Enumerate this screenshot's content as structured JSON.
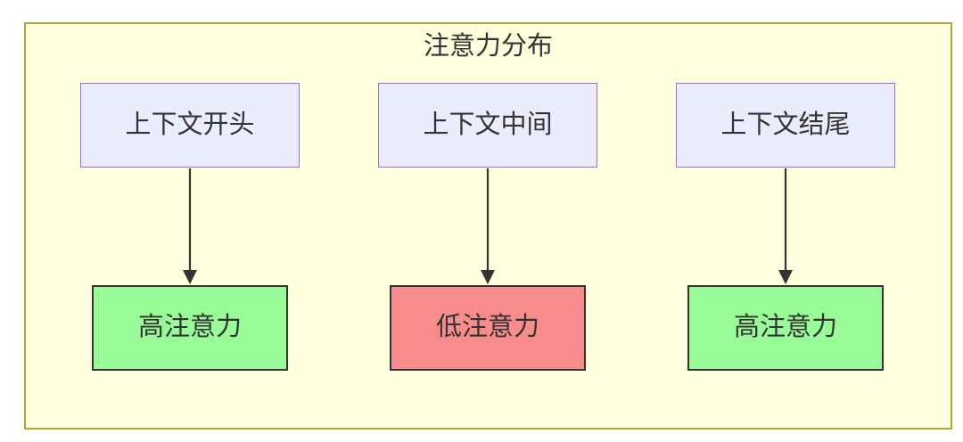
{
  "diagram": {
    "title": "注意力分布",
    "top_nodes": [
      {
        "label": "上下文开头"
      },
      {
        "label": "上下文中间"
      },
      {
        "label": "上下文结尾"
      }
    ],
    "bottom_nodes": [
      {
        "label": "高注意力",
        "level": "high"
      },
      {
        "label": "低注意力",
        "level": "low"
      },
      {
        "label": "高注意力",
        "level": "high"
      }
    ],
    "edges": [
      {
        "from": "上下文开头",
        "to": "高注意力"
      },
      {
        "from": "上下文中间",
        "to": "低注意力"
      },
      {
        "from": "上下文结尾",
        "to": "高注意力"
      }
    ],
    "colors": {
      "canvas_background": "#ffffff",
      "group_fill": "#ffffde",
      "group_border": "#aaaa33",
      "context_fill": "#ececff",
      "context_border": "#9370db",
      "high_fill": "#98fb98",
      "low_fill": "#f88c8c",
      "result_border": "#333333",
      "arrow_color": "#333333",
      "text_color": "#333333"
    }
  }
}
